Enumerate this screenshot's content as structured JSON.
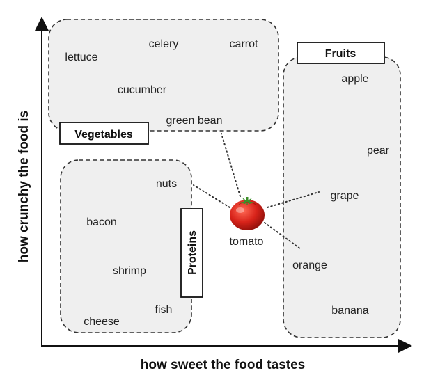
{
  "axes": {
    "x_label": "how sweet the food tastes",
    "y_label": "how crunchy the food is"
  },
  "groups": {
    "vegetables": {
      "label": "Vegetables",
      "items": [
        "lettuce",
        "celery",
        "carrot",
        "cucumber",
        "green bean"
      ]
    },
    "fruits": {
      "label": "Fruits",
      "items": [
        "apple",
        "pear",
        "grape",
        "orange",
        "banana"
      ]
    },
    "proteins": {
      "label": "Proteins",
      "items": [
        "nuts",
        "bacon",
        "shrimp",
        "fish",
        "cheese"
      ]
    }
  },
  "center": {
    "label": "tomato",
    "icon": "tomato-icon",
    "colors": {
      "body": "#d8231a",
      "highlight": "#ff6a55",
      "leaf": "#3c8f2a"
    }
  },
  "connections": [
    {
      "from": "tomato",
      "to": "green bean"
    },
    {
      "from": "tomato",
      "to": "nuts"
    },
    {
      "from": "tomato",
      "to": "grape"
    },
    {
      "from": "tomato",
      "to": "orange"
    }
  ],
  "colors": {
    "group_fill": "#efefef",
    "group_stroke": "#333333",
    "text": "#222222"
  }
}
